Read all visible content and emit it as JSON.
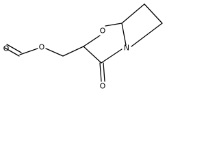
{
  "molecule": {
    "atoms": {
      "o_carbonyl_left": "O",
      "o_ester": "O",
      "o_ring": "O",
      "n_ring": "N",
      "o_carbonyl_ring": "O"
    }
  }
}
